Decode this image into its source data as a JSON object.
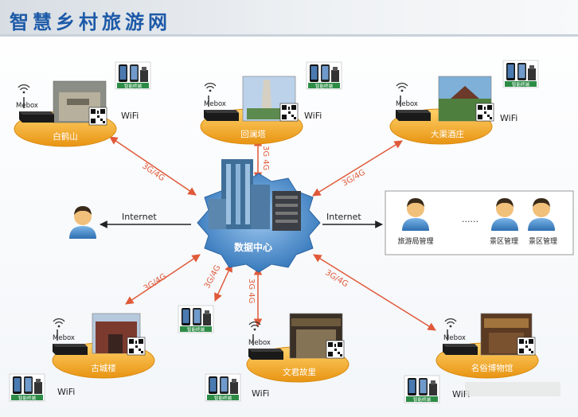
{
  "title": "智慧乡村旅游网",
  "center_label": "数据中心",
  "link_3g4g": "3G/4G",
  "link_3g4g_vertical": "3G 4G",
  "internet_label": "Internet",
  "mebox_label": "Mebox",
  "wifi_label": "WiFi",
  "terminal_label": "智能终端",
  "ellipsis": "······",
  "sites": [
    {
      "name": "白鹤山"
    },
    {
      "name": "回澜塔"
    },
    {
      "name": "大渠酒庄"
    },
    {
      "name": "古城楼"
    },
    {
      "name": "文君故里"
    },
    {
      "name": "名俗博物馆"
    }
  ],
  "managers": [
    {
      "label": "旅游局管理"
    },
    {
      "label": "景区管理"
    },
    {
      "label": "景区管理"
    }
  ],
  "colors": {
    "title_blue": "#1d5aa8",
    "site_orange": "#f0a020",
    "arrow_red": "#e05a3a",
    "gear_blue": "#3f86c8",
    "text_dark": "#333333"
  }
}
